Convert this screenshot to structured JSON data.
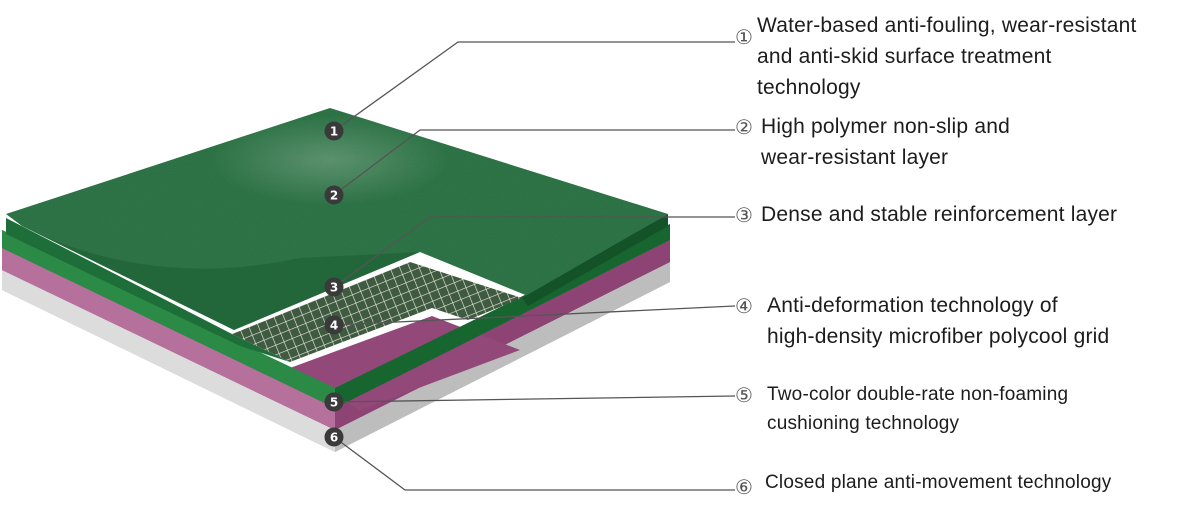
{
  "layers": [
    {
      "num": "①",
      "badge": "1",
      "lines": [
        "Water-based anti-fouling, wear-resistant",
        "and anti-skid surface treatment",
        "technology"
      ]
    },
    {
      "num": "②",
      "badge": "2",
      "lines": [
        "High polymer non-slip and",
        "wear-resistant layer"
      ]
    },
    {
      "num": "③",
      "badge": "3",
      "lines": [
        "Dense and stable reinforcement layer"
      ]
    },
    {
      "num": "④",
      "badge": "4",
      "lines": [
        "Anti-deformation technology of",
        "high-density microfiber polycool grid"
      ]
    },
    {
      "num": "⑤",
      "badge": "5",
      "lines": [
        "Two-color double-rate non-foaming",
        "cushioning technology"
      ]
    },
    {
      "num": "⑥",
      "badge": "6",
      "lines": [
        "Closed plane anti-movement technology"
      ]
    }
  ],
  "colors": {
    "top_green": "#1f6b3a",
    "mid_green": "#1b7a3c",
    "grid_bg": "#2f5a3a",
    "purple": "#93487a",
    "pink_side": "#b7709b",
    "grey_base": "#cfcfcf",
    "badge": "#3a3a3a",
    "leader": "#555555"
  }
}
